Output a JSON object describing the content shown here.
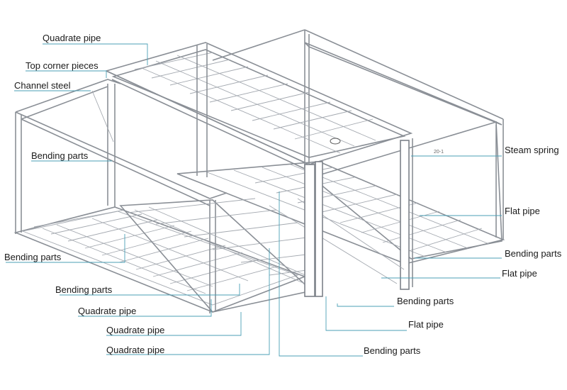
{
  "colors": {
    "frame": "#8a8f96",
    "leader": "#4b9fb6",
    "text": "#1a1a1a",
    "background": "#ffffff"
  },
  "labels": {
    "quadrate_pipe_top": "Quadrate pipe",
    "top_corner_pieces": "Top corner pieces",
    "channel_steel": "Channel steel",
    "bending_parts_left_upper": "Bending parts",
    "bending_parts_left_mid": "Bending parts",
    "bending_parts_left_low": "Bending parts",
    "quadrate_pipe_low_1": "Quadrate pipe",
    "quadrate_pipe_low_2": "Quadrate pipe",
    "quadrate_pipe_low_3": "Quadrate pipe",
    "steam_spring": "Steam spring",
    "flat_pipe_right_1": "Flat pipe",
    "bending_parts_right": "Bending parts",
    "flat_pipe_right_2": "Flat pipe",
    "bending_parts_bottom_1": "Bending parts",
    "flat_pipe_bottom": "Flat pipe",
    "bending_parts_bottom_2": "Bending parts"
  },
  "drawing_tag": "20-1"
}
